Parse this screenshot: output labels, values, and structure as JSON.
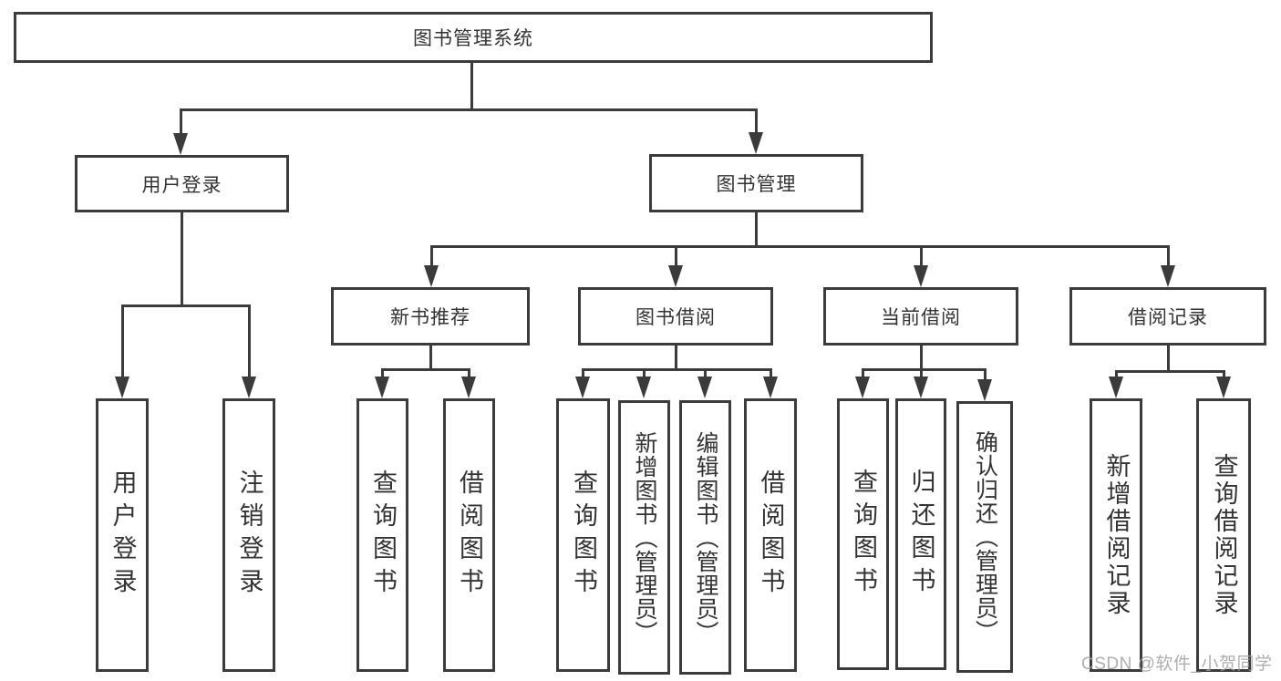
{
  "diagram": {
    "root": "图书管理系统",
    "branches": [
      {
        "label": "用户登录",
        "children": [
          "用户登录",
          "注销登录"
        ]
      },
      {
        "label": "图书管理",
        "children": [
          {
            "label": "新书推荐",
            "children": [
              "查询图书",
              "借阅图书"
            ]
          },
          {
            "label": "图书借阅",
            "children": [
              "查询图书",
              "新增图书（管理员）",
              "编辑图书（管理员）",
              "借阅图书"
            ]
          },
          {
            "label": "当前借阅",
            "children": [
              "查询图书",
              "归还图书",
              "确认归还（管理员）"
            ]
          },
          {
            "label": "借阅记录",
            "children": [
              "新增借阅记录",
              "查询借阅记录"
            ]
          }
        ]
      }
    ],
    "watermark": "CSDN @软件_小贺同学",
    "colors": {
      "line": "#3b3b3b",
      "text": "#333333",
      "watermark": "#a0a0a0",
      "background": "#ffffff"
    }
  }
}
